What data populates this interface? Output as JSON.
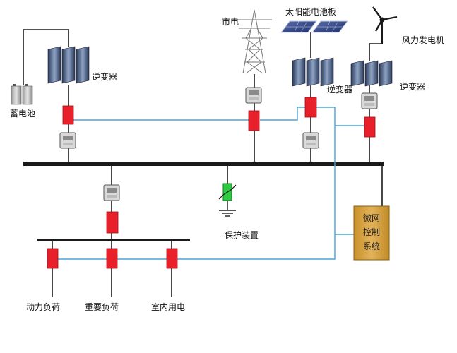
{
  "labels": {
    "storage_battery": "蓄电池",
    "inverter_left": "逆变器",
    "utility_grid": "市电",
    "solar_panels": "太阳能电池板",
    "inverter_middle": "逆变器",
    "wind_turbine": "风力发电机",
    "inverter_right": "逆变器",
    "protection_device": "保护装置",
    "power_load": "动力负荷",
    "critical_load": "重要负荷",
    "indoor_load": "室内用电"
  },
  "control_system": {
    "line1": "微网",
    "line2": "控制",
    "line3": "系统"
  },
  "colors": {
    "breaker": "#e8202a",
    "busbar": "#1a1a1a",
    "signal_line": "#4aa3d8",
    "control_box": "#d9a437",
    "protection_green": "#2ecc40"
  }
}
